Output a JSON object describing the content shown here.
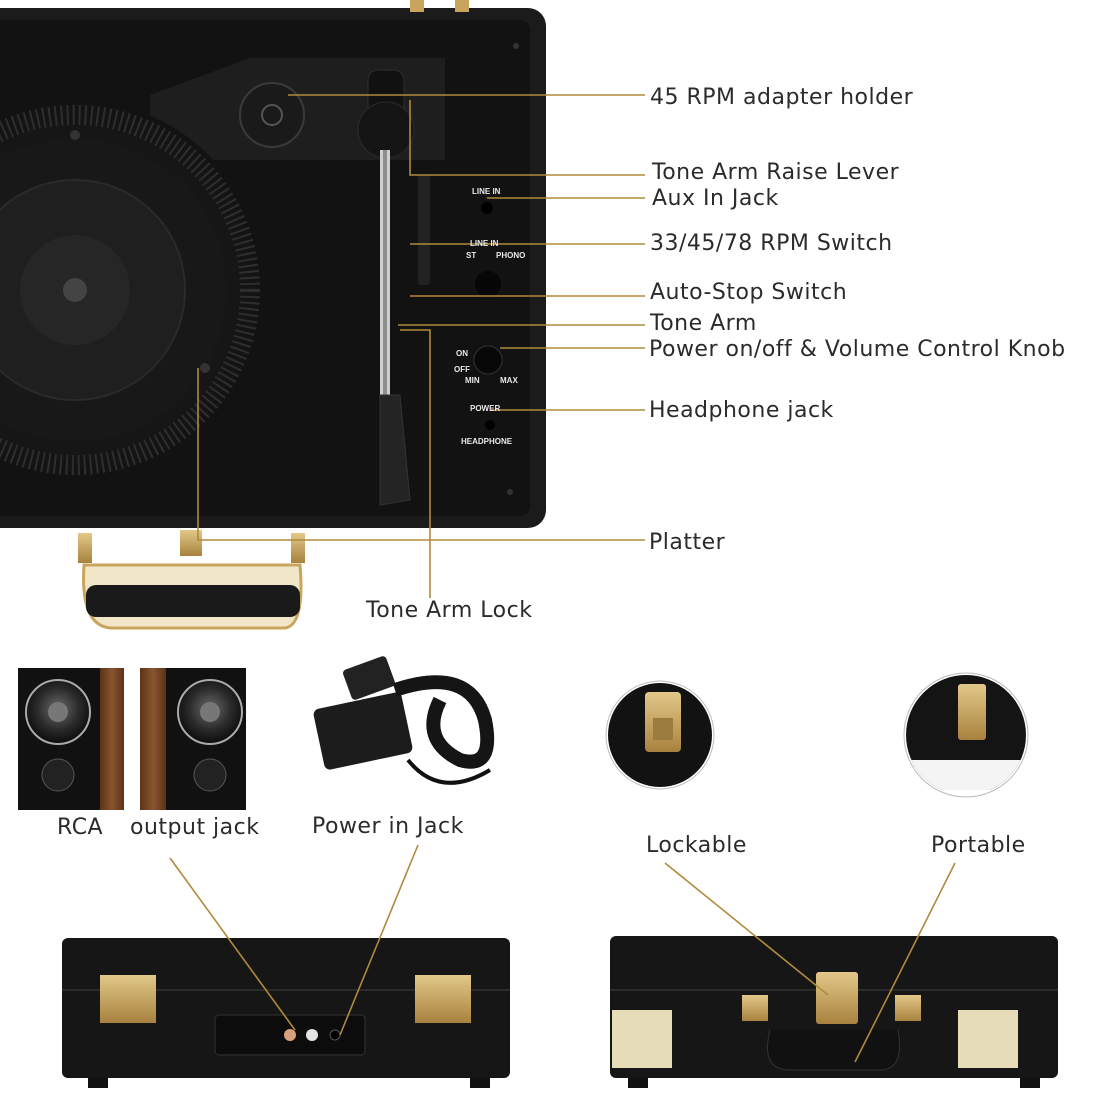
{
  "callouts": {
    "adapter_holder": "45 RPM adapter holder",
    "raise_lever": "Tone Arm Raise Lever",
    "aux_in": "Aux In Jack",
    "rpm_switch": "33/45/78 RPM Switch",
    "auto_stop": "Auto-Stop Switch",
    "tone_arm": "Tone Arm",
    "power_volume": "Power on/off & Volume Control Knob",
    "headphone_jack": "Headphone jack",
    "platter": "Platter",
    "arm_lock": "Tone Arm Lock",
    "rca": "RCA",
    "output_jack": "output jack",
    "power_in": "Power in Jack",
    "lockable": "Lockable",
    "portable": "Portable"
  },
  "panel_labels": {
    "line_in": "LINE IN",
    "line_in_2": "LINE IN",
    "st": "ST",
    "phono": "PHONO",
    "on": "ON",
    "off": "OFF",
    "min": "MIN",
    "max": "MAX",
    "power": "POWER",
    "headphone": "HEADPHONE"
  },
  "colors": {
    "leader_line": "#b08a3c",
    "case_black": "#141414",
    "gold": "#c9a45c",
    "walnut": "#7a4a2a"
  }
}
